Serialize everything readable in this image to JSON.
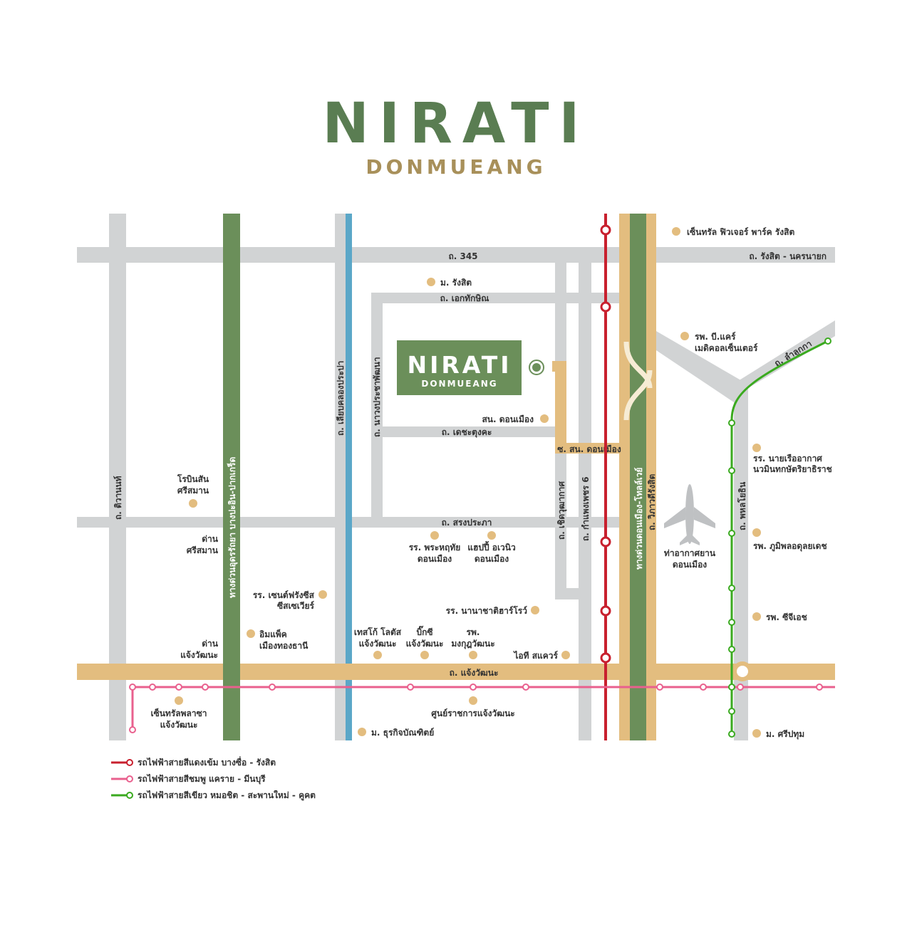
{
  "brand": {
    "title": "NIRATI",
    "subtitle": "DONMUEANG",
    "green": "#5a7d52",
    "gold": "#a8905a"
  },
  "project_box": {
    "title": "NIRATI",
    "subtitle": "DONMUEANG"
  },
  "roads": {
    "r345": "ถ. 345",
    "rangsit_nakhonnayok": "ถ. รังสิต - นครนายก",
    "ekthaksin": "ถ. เอกทักษิณ",
    "thetsatungkha": "ถ. เดชะตุงคะ",
    "songprapha": "ถ. สรงประภา",
    "chaengwattana": "ถ. แจ้งวัฒนะ",
    "soi_sn": "ซ. สน. ดอนเมือง",
    "tiwanon": "ถ. ติวานนท์",
    "udonrathaya": "ทางด่วนอุดรรัถยา บางปะอิน-ปากเกร็ด",
    "liap_khlong_prapa": "ถ. เลียบคลองประปา",
    "nawong": "ถ. นาวงประชาพัฒนา",
    "choetwutthakat": "ถ. เชิดวุฒากาศ",
    "kamphaengphet6": "ถ. กำแพงเพชร 6",
    "tollway": "ทางด่วนดอนเมือง-โทลล์เวย์",
    "vibhavadi": "ถ. วิภาวดีรังสิต",
    "phahonyothin": "ถ. พหลโยธิน",
    "lamlukka": "ถ. ลำลูกกา"
  },
  "pois": {
    "central_future_park": "เซ็นทรัล ฟิวเจอร์ พาร์ค รังสิต",
    "rangsit_u": "ม. รังสิต",
    "bcare_1": "รพ. บี.แคร์",
    "bcare_2": "เมดิคอลเซ็นเตอร์",
    "police_station": "สน. ดอนเมือง",
    "airforce_school_1": "รร. นายเรืออากาศ",
    "airforce_school_2": "นวมินทกษัตริยาธิราช",
    "robinson_1": "โรบินสัน",
    "robinson_2": "ศรีสมาน",
    "dan_srisaman_1": "ด่าน",
    "dan_srisaman_2": "ศรีสมาน",
    "phrahathai_1": "รร. พระหฤทัย",
    "phrahathai_2": "ดอนเมือง",
    "happy_avenue_1": "แฮปปี้ อเวนิว",
    "happy_avenue_2": "ดอนเมือง",
    "airport_1": "ท่าอากาศยาน",
    "airport_2": "ดอนเมือง",
    "bhumibol_hospital": "รพ. ภูมิพลอดุลยเดช",
    "st_francis_1": "รร. เซนต์ฟรังซีส",
    "st_francis_2": "ซีสเซเวียร์",
    "harrow": "รร. นานาชาติฮาร์โรว์",
    "sgh": "รพ. ซีจีเอช",
    "dan_chaeng_1": "ด่าน",
    "dan_chaeng_2": "แจ้งวัฒนะ",
    "impact_1": "อิมแพ็ค",
    "impact_2": "เมืองทองธานี",
    "lotus_1": "เทสโก้ โลตัส",
    "lotus_2": "แจ้งวัฒนะ",
    "bigc_1": "บิ๊กซี",
    "bigc_2": "แจ้งวัฒนะ",
    "mongkut_1": "รพ.",
    "mongkut_2": "มงกุฎวัฒนะ",
    "it_square": "ไอที สแควร์",
    "central_plaza_1": "เซ็นทรัลพลาซา",
    "central_plaza_2": "แจ้งวัฒนะ",
    "govt_center": "ศูนย์ราชการแจ้งวัฒนะ",
    "dpu": "ม. ธุรกิจบัณฑิตย์",
    "sripatum": "ม. ศรีปทุม"
  },
  "legend": [
    {
      "label": "รถไฟฟ้าสายสีแดงเข้ม บางซื่อ - รังสิต",
      "color": "#c8202e"
    },
    {
      "label": "รถไฟฟ้าสายสีชมพู แคราย - มีนบุรี",
      "color": "#e9608e"
    },
    {
      "label": "รถไฟฟ้าสายสีเขียว หมอชิต - สะพานใหม่ - คูคต",
      "color": "#3aaa1f"
    }
  ]
}
